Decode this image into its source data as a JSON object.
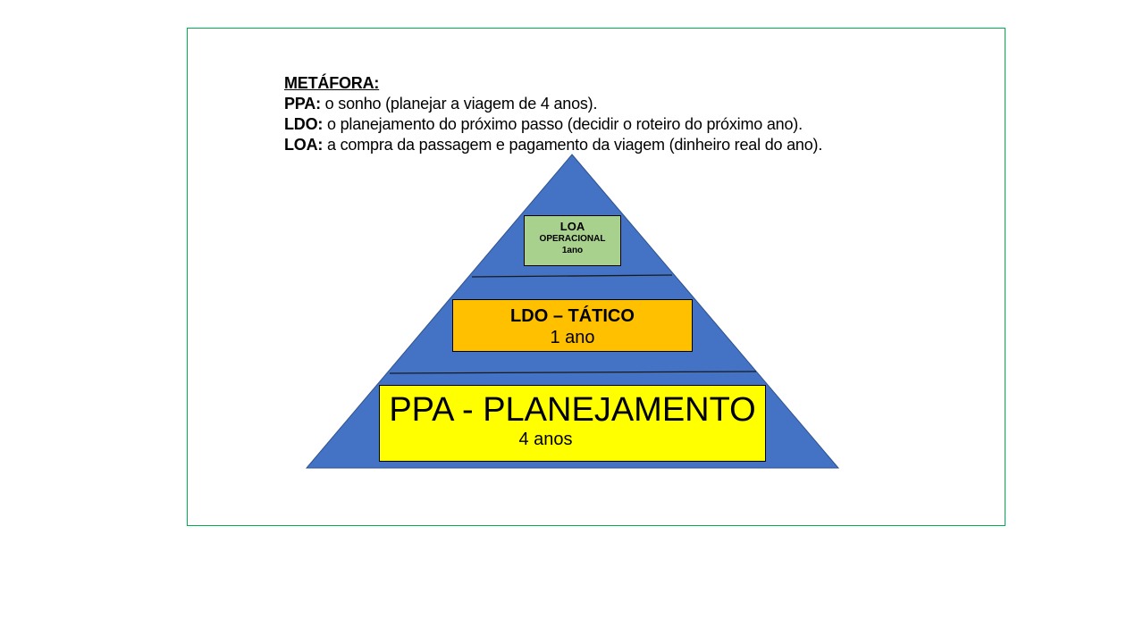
{
  "metaphor": {
    "title": "METÁFORA:",
    "lines": [
      {
        "label": "PPA:",
        "text": " o sonho (planejar a viagem de 4 anos)."
      },
      {
        "label": "LDO:",
        "text": " o planejamento do próximo passo (decidir o roteiro do próximo ano)."
      },
      {
        "label": "LOA:",
        "text": " a compra da passagem e pagamento da viagem (dinheiro real do ano)."
      }
    ]
  },
  "pyramid": {
    "color": "#4472C4",
    "loa": {
      "title": "LOA",
      "subtitle": "OPERACIONAL",
      "period": "1ano",
      "color": "#A9D18E"
    },
    "ldo": {
      "title": "LDO – TÁTICO",
      "period": "1 ano",
      "color": "#FFC000"
    },
    "ppa": {
      "title": "PPA - PLANEJAMENTO",
      "period": "4 anos",
      "color": "#FFFF00"
    }
  }
}
